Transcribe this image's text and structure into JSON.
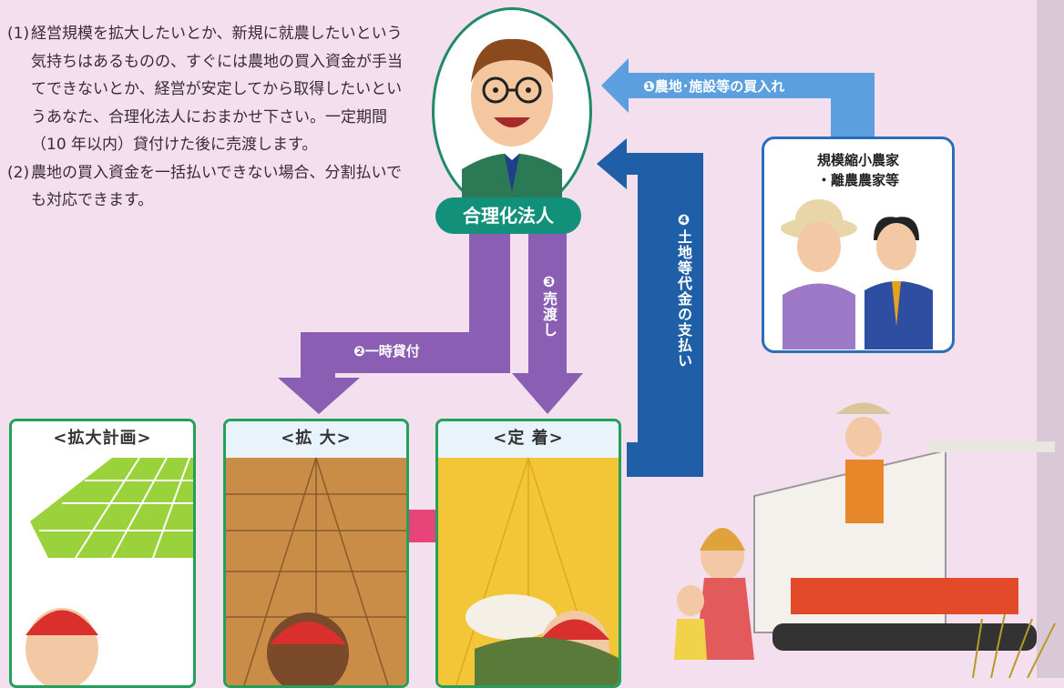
{
  "intro": {
    "item1_num": "(1)",
    "item1_text": "経営規模を拡大したいとか、新規に就農したいという気持ちはあるものの、すぐには農地の買入資金が手当てできないとか、経営が安定してから取得したいというあなた、合理化法人におまかせ下さい。一定期間（10 年以内）貸付けた後に売渡します。",
    "item2_num": "(2)",
    "item2_text": "農地の買入資金を一括払いできない場合、分割払いでも対応できます。"
  },
  "corp_label": "合理化法人",
  "flows": {
    "purchase": "❶農地･施設等の買入れ",
    "lease": "❷一時貸付",
    "sale": "❸売渡し",
    "payment": "❹土地等代金の支払い"
  },
  "farmer_box": {
    "line1": "規模縮小農家",
    "line2": "・離農農家等"
  },
  "panels": {
    "plan": "<拡大計画>",
    "expand": "<拡 大>",
    "settle": "<定 着>"
  },
  "colors": {
    "background": "#f3dfee",
    "corp_green": "#13907a",
    "arrow_blue_light": "#5b9fe0",
    "arrow_blue_dark": "#1e5fa8",
    "arrow_purple": "#8a5fb3",
    "arrow_pink": "#e7457a",
    "panel_border": "#23a05a"
  },
  "icons": {
    "corp": "man-with-glasses-icon",
    "retiring_farmers": "elderly-farmer-and-businessman-icon",
    "harvester": "combine-harvester-icon"
  }
}
